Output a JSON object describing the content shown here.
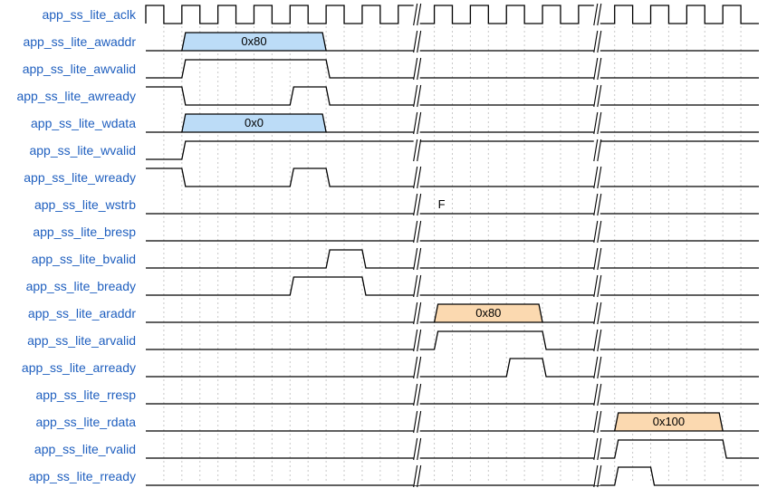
{
  "diagram": {
    "clock": {
      "name": "app_ss_lite_aclk",
      "periods": 34
    },
    "gap_periods": [
      15,
      25
    ],
    "colors": {
      "label": "#1f5fbf",
      "line": "#000000",
      "grid": "#c8c8c8",
      "write_bus_fill": "#bcdcf7",
      "read_bus_fill": "#fbd9b0"
    },
    "signals": [
      {
        "name": "app_ss_lite_awaddr",
        "kind": "bus",
        "segments": [
          {
            "from": 2,
            "to": 10,
            "label": "0x80",
            "color": "write"
          }
        ]
      },
      {
        "name": "app_ss_lite_awvalid",
        "kind": "wire",
        "init": 0,
        "transitions": [
          2,
          10
        ]
      },
      {
        "name": "app_ss_lite_awready",
        "kind": "wire",
        "init": 1,
        "transitions": [
          2,
          8,
          10
        ]
      },
      {
        "name": "app_ss_lite_wdata",
        "kind": "bus",
        "segments": [
          {
            "from": 2,
            "to": 10,
            "label": "0x0",
            "color": "write"
          }
        ]
      },
      {
        "name": "app_ss_lite_wvalid",
        "kind": "wire",
        "init": 0,
        "transitions": [
          2
        ]
      },
      {
        "name": "app_ss_lite_wready",
        "kind": "wire",
        "init": 1,
        "transitions": [
          2,
          8,
          10
        ]
      },
      {
        "name": "app_ss_lite_wstrb",
        "kind": "text",
        "text": "F",
        "at": 16.4
      },
      {
        "name": "app_ss_lite_bresp",
        "kind": "wire",
        "init": 0,
        "transitions": []
      },
      {
        "name": "app_ss_lite_bvalid",
        "kind": "wire",
        "init": 0,
        "transitions": [
          10,
          12
        ]
      },
      {
        "name": "app_ss_lite_bready",
        "kind": "wire",
        "init": 0,
        "transitions": [
          8,
          12
        ]
      },
      {
        "name": "app_ss_lite_araddr",
        "kind": "bus",
        "segments": [
          {
            "from": 16,
            "to": 22,
            "label": "0x80",
            "color": "read"
          }
        ]
      },
      {
        "name": "app_ss_lite_arvalid",
        "kind": "wire",
        "init": 0,
        "transitions": [
          16,
          22
        ]
      },
      {
        "name": "app_ss_lite_arready",
        "kind": "wire",
        "init": 0,
        "transitions": [
          20,
          22
        ]
      },
      {
        "name": "app_ss_lite_rresp",
        "kind": "wire",
        "init": 0,
        "transitions": []
      },
      {
        "name": "app_ss_lite_rdata",
        "kind": "bus",
        "segments": [
          {
            "from": 26,
            "to": 32,
            "label": "0x100",
            "color": "read"
          }
        ]
      },
      {
        "name": "app_ss_lite_rvalid",
        "kind": "wire",
        "init": 0,
        "transitions": [
          26,
          32
        ]
      },
      {
        "name": "app_ss_lite_rready",
        "kind": "wire",
        "init": 0,
        "transitions": [
          26,
          28
        ]
      }
    ]
  }
}
